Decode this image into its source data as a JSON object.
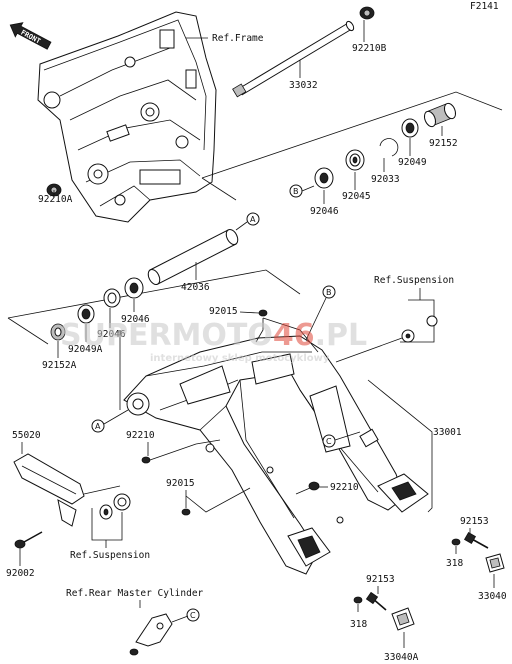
{
  "figure_id": "F2141",
  "front_label": "FRONT",
  "ref_labels": {
    "frame": "Ref.Frame",
    "suspension_top": "Ref.Suspension",
    "suspension_bottom": "Ref.Suspension",
    "rear_master_cylinder": "Ref.Rear Master Cylinder"
  },
  "callouts": {
    "a": "A",
    "b": "B",
    "c": "C"
  },
  "parts": {
    "p92210B": "92210B",
    "p33032": "33032",
    "p92152": "92152",
    "p92049": "92049",
    "p92033": "92033",
    "p92045": "92045",
    "p92046_top": "92046",
    "p92210A": "92210A",
    "p42036": "42036",
    "p92046_mid": "92046",
    "p92046_left": "92046",
    "p92049A": "92049A",
    "p92152A": "92152A",
    "p92015_top": "92015",
    "p55020": "55020",
    "p92210_left": "92210",
    "p92015_bottom": "92015",
    "p92210_right": "92210",
    "p33001": "33001",
    "p92153_right": "92153",
    "p318_right": "318",
    "p33040": "33040",
    "p92002": "92002",
    "p92153_bottom": "92153",
    "p318_bottom": "318",
    "p33040A": "33040A"
  },
  "watermark": {
    "brand_part1": "SUPERMOTO",
    "brand_part2": "46",
    "brand_part3": ".PL",
    "tagline": "internetowy sklep motocyklowy",
    "color": "#e0483a"
  }
}
